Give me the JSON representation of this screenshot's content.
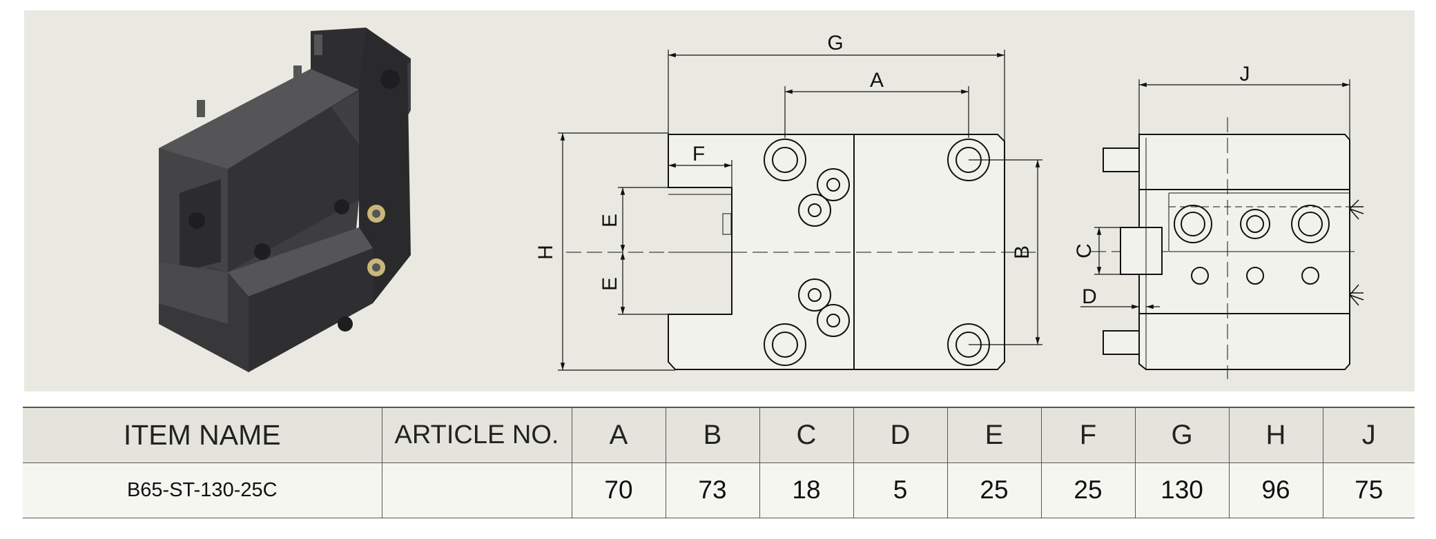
{
  "drawing": {
    "labels": {
      "A": "A",
      "B": "B",
      "C": "C",
      "D": "D",
      "E": "E",
      "F": "F",
      "G": "G",
      "H": "H",
      "J": "J"
    },
    "colors": {
      "background": "#e9e9e2",
      "part": "#3b3b3d",
      "line": "#111111"
    }
  },
  "table": {
    "headers": {
      "item_name": "ITEM NAME",
      "article_no": "ARTICLE NO.",
      "A": "A",
      "B": "B",
      "C": "C",
      "D": "D",
      "E": "E",
      "F": "F",
      "G": "G",
      "H": "H",
      "J": "J"
    },
    "row": {
      "item_name": "B65-ST-130-25C",
      "article_no": "",
      "A": "70",
      "B": "73",
      "C": "18",
      "D": "5",
      "E": "25",
      "F": "25",
      "G": "130",
      "H": "96",
      "J": "75"
    }
  }
}
